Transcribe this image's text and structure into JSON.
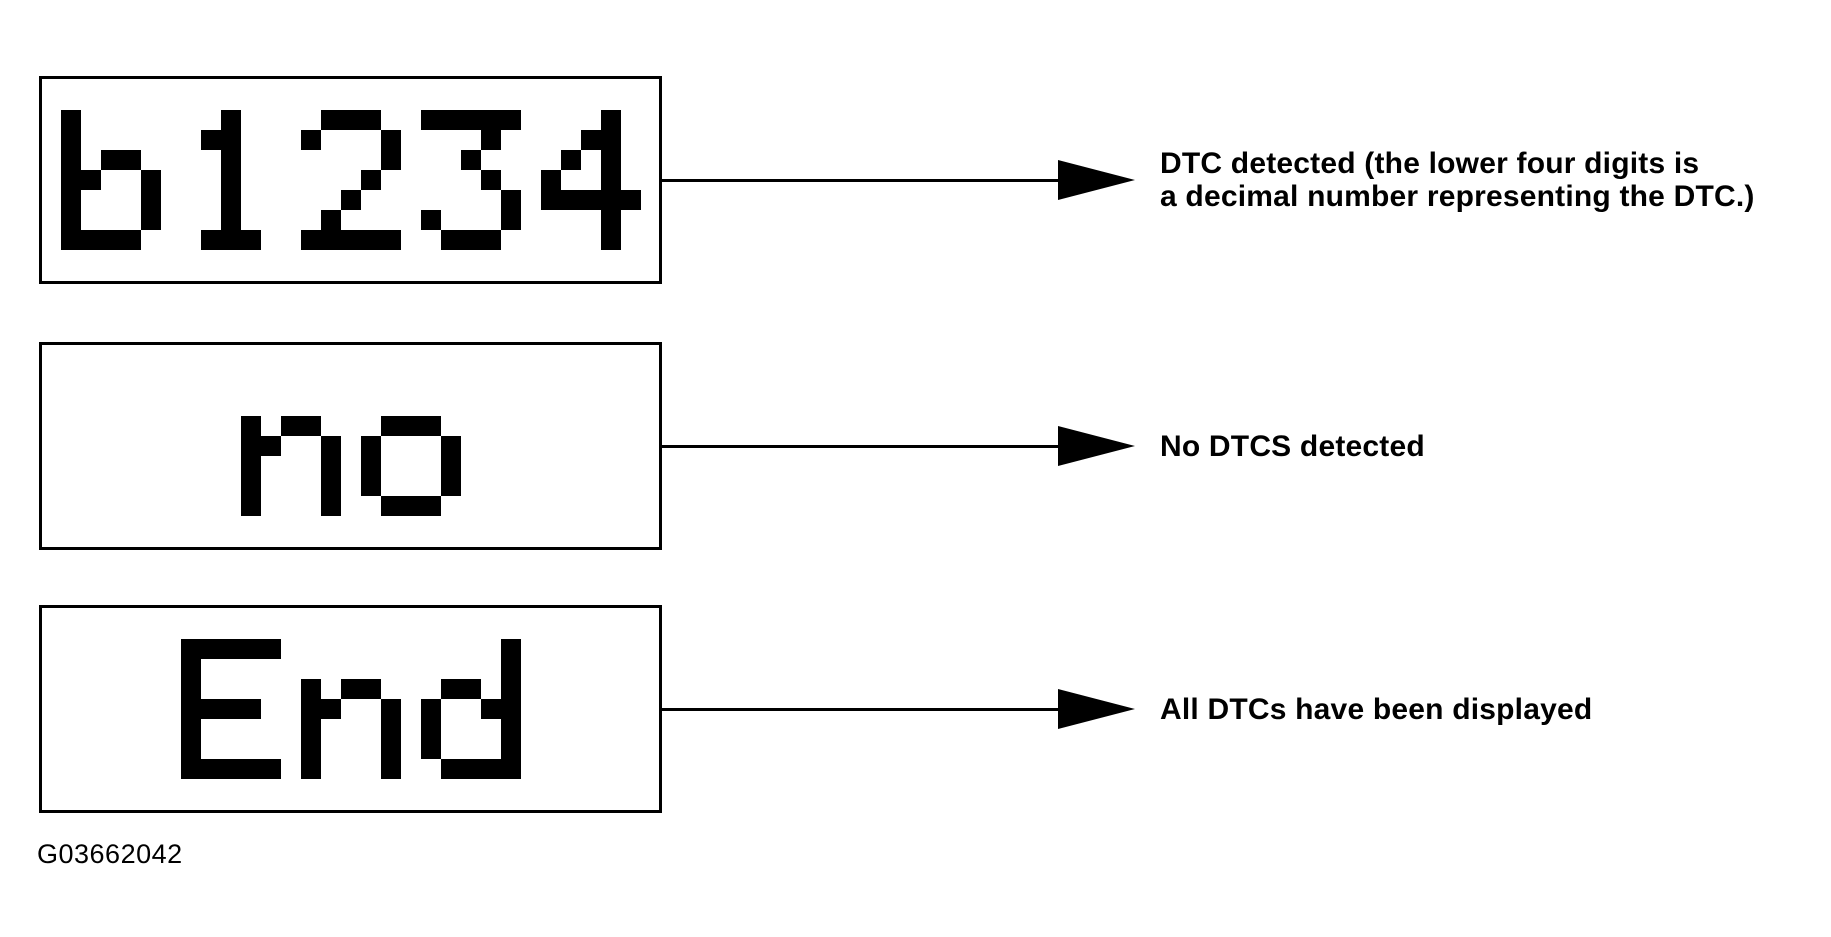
{
  "figure": {
    "id_code": "G03662042",
    "background_color": "#ffffff",
    "ink_color": "#000000"
  },
  "rows": [
    {
      "display_text": "b1234",
      "label_lines": [
        "DTC detected (the lower four digits is",
        "a decimal number representing the DTC.)"
      ]
    },
    {
      "display_text": "no",
      "label_lines": [
        "No DTCS detected"
      ]
    },
    {
      "display_text": "End",
      "label_lines": [
        "All DTCs have been displayed"
      ]
    }
  ]
}
